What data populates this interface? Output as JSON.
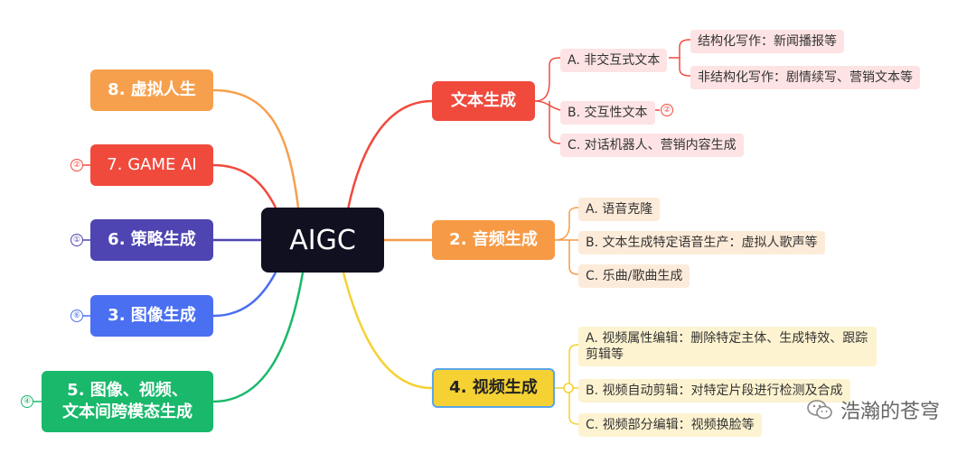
{
  "root": "AIGC",
  "right": [
    {
      "label": "文本生成",
      "color": "#f04a3d",
      "leaves": [
        {
          "text": "A. 非交互式文本",
          "children": [
            "结构化写作：新闻播报等",
            "非结构化写作：剧情续写、营销文本等"
          ]
        },
        {
          "text": "B. 交互性文本",
          "badge": "②"
        },
        {
          "text": "C. 对话机器人、营销内容生成"
        }
      ]
    },
    {
      "label": "2. 音频生成",
      "color": "#f79a46",
      "leaves": [
        {
          "text": "A. 语音克隆"
        },
        {
          "text": "B. 文本生成特定语音生产：虚拟人歌声等"
        },
        {
          "text": "C. 乐曲/歌曲生成"
        }
      ]
    },
    {
      "label": "4. 视频生成",
      "color": "#f5d133",
      "leaves": [
        {
          "text": "A. 视频属性编辑：删除特定主体、生成特效、跟踪剪辑等"
        },
        {
          "text": "B. 视频自动剪辑：对特定片段进行检测及合成"
        },
        {
          "text": "C. 视频部分编辑：视频换脸等"
        }
      ]
    }
  ],
  "left": [
    {
      "label": "8. 虚拟人生",
      "color": "#f6a04d"
    },
    {
      "label": "7. GAME AI",
      "color": "#f04a3d",
      "badge": "②"
    },
    {
      "label": "6. 策略生成",
      "color": "#4e45b2",
      "badge": "①"
    },
    {
      "label": "3. 图像生成",
      "color": "#4a6ff0",
      "badge": "⑥"
    },
    {
      "label": "5. 图像、视频、文本间跨模态生成",
      "line1": "5. 图像、视频、",
      "line2": "文本间跨模态生成",
      "color": "#19b86b",
      "badge": "④"
    }
  ],
  "watermark": "浩瀚的苍穹"
}
